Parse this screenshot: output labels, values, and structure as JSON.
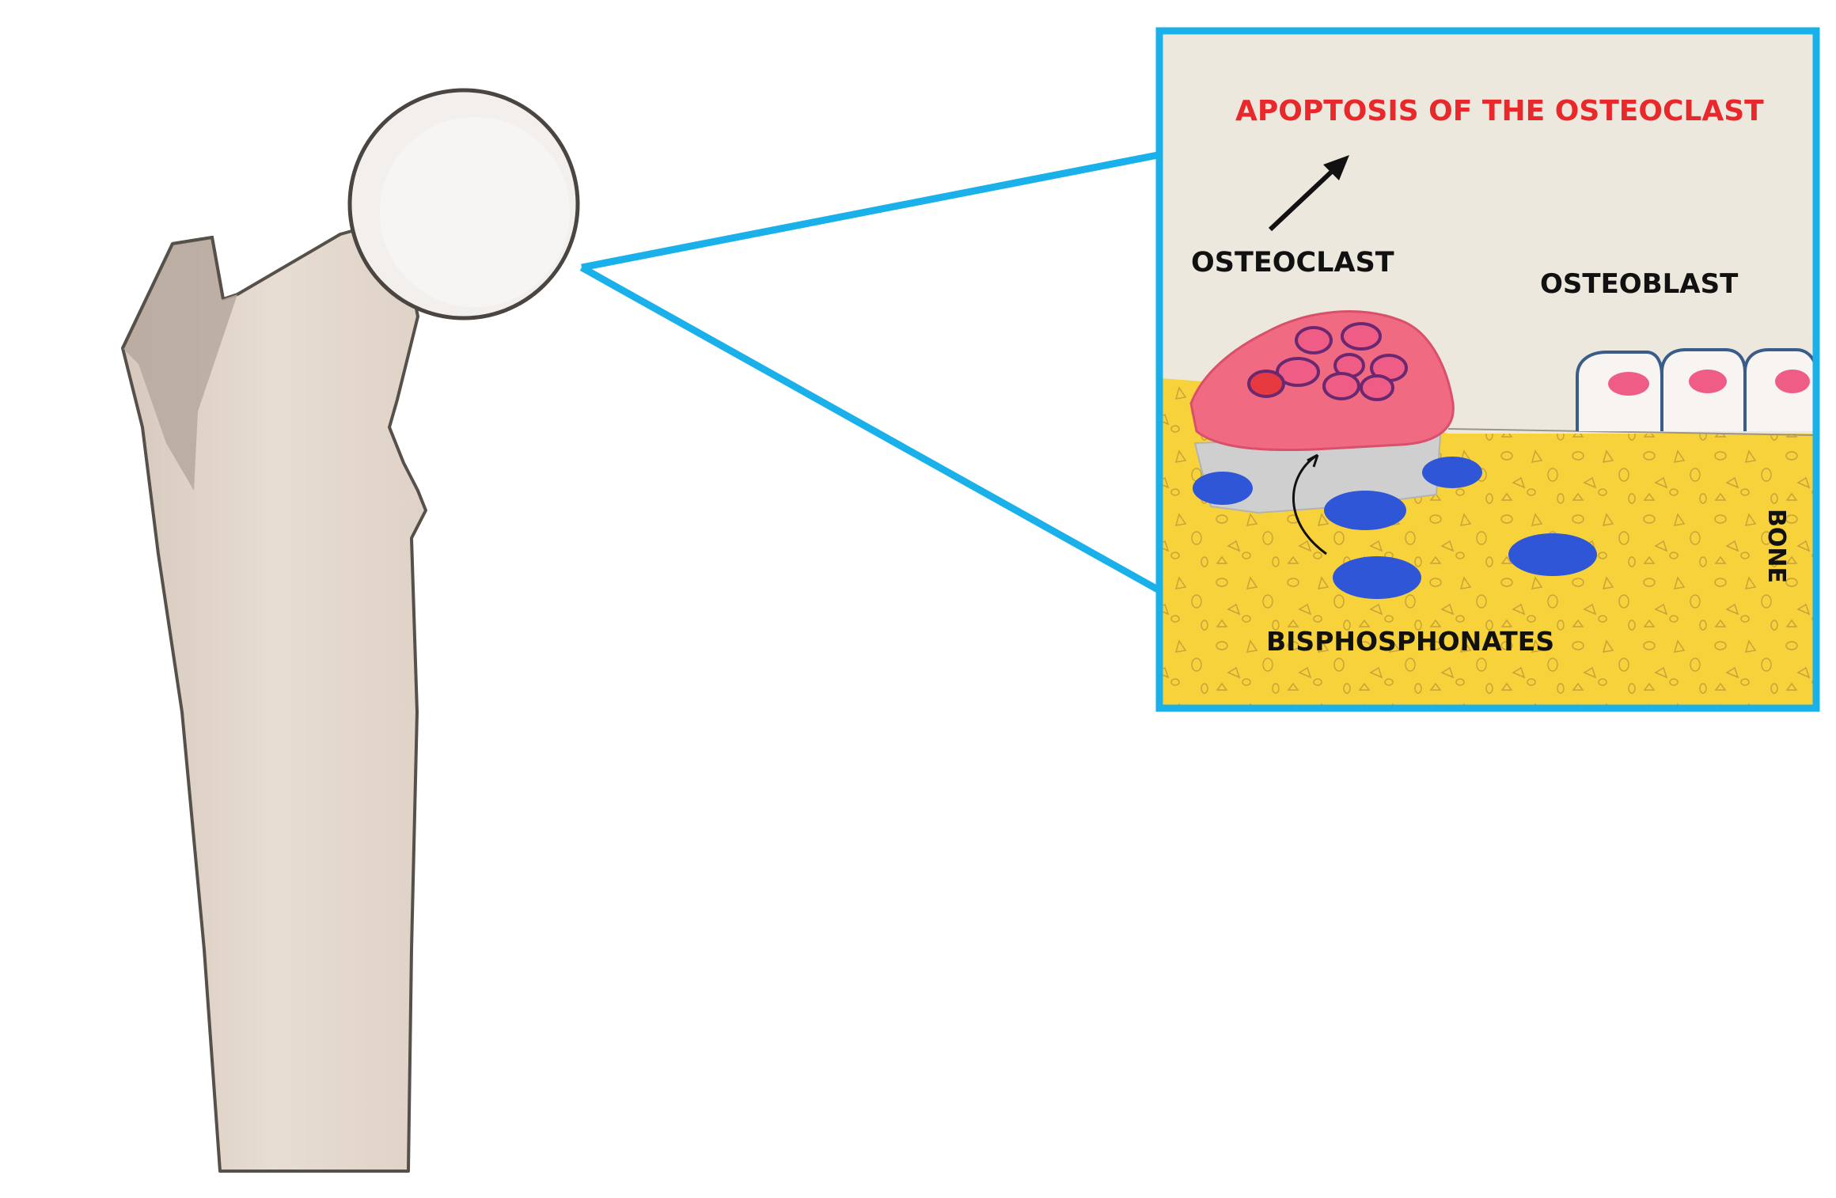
{
  "labels": {
    "apoptosis": "APOPTOSIS OF THE OSTEOCLAST",
    "osteoclast": "OSTEOCLAST",
    "osteoblast": "OSTEOBLAST",
    "bisphosphonates": "BISPHOSPHONATES",
    "bone": "BONE"
  },
  "colors": {
    "callout_frame": "#1ab0ea",
    "apoptosis_text": "#e8282b",
    "bone_matrix": "#f7d23a",
    "osteoclast": "#f06a82",
    "bisphosphonate": "#2e56d6",
    "femur": "#e3d7cd",
    "background_panel": "#ece8dd"
  }
}
